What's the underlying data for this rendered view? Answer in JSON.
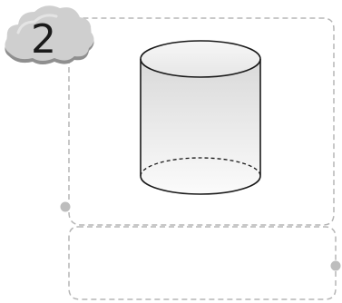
{
  "badge": {
    "number": "2",
    "icon": "cloud-icon"
  },
  "figure": {
    "shape": "cylinder",
    "hidden_edge": "dashed"
  },
  "colors": {
    "dash": "#b5b5b5",
    "cloud_fill": "#cfcfcf",
    "cloud_shadow": "#8f8f8f",
    "connector_dot": "#bdbdbd",
    "outline": "#1a1a1a"
  }
}
